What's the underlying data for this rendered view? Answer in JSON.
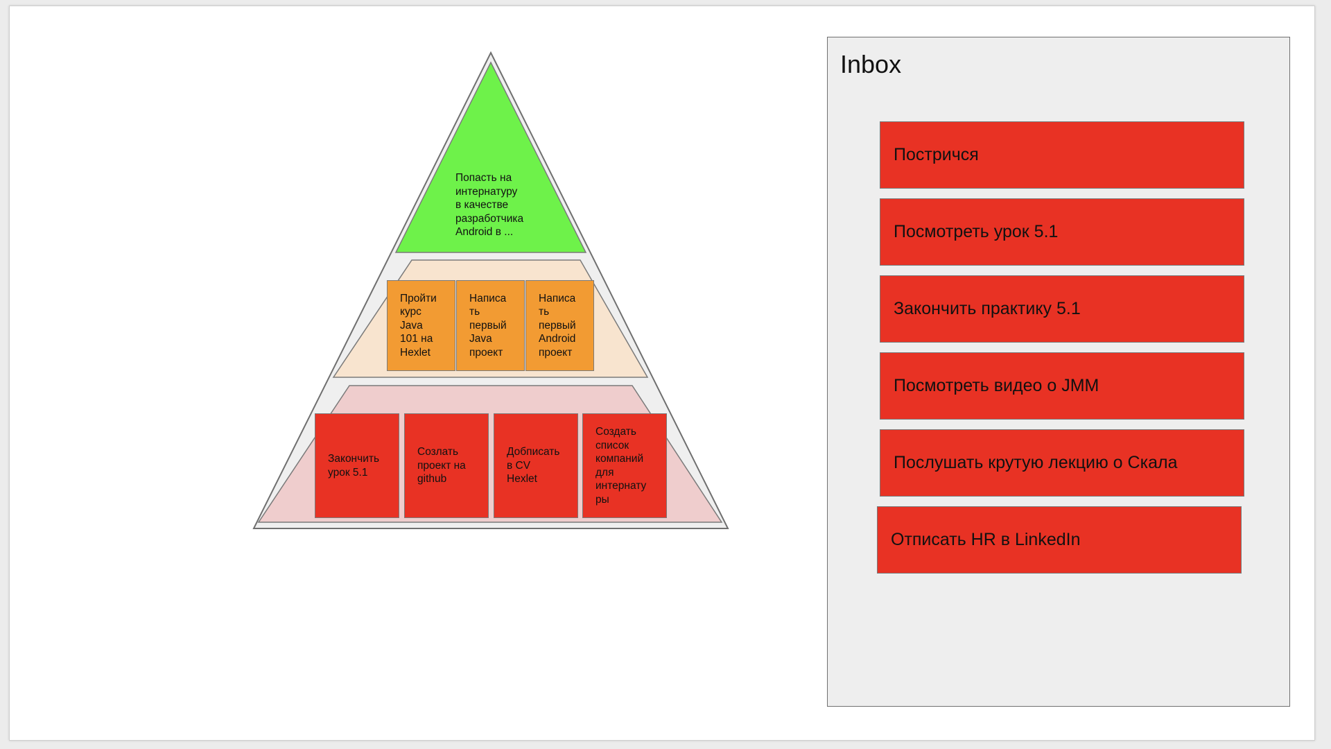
{
  "pyramid": {
    "top": {
      "text": "Попасть на\nинтернатуру\nв качестве\nразработчика\nAndroid в ...",
      "color": "#6ef24a"
    },
    "middle": [
      {
        "text": "Пройти\nкурс\nJava\n101 на\nHexlet"
      },
      {
        "text": "Написа\nть\nпервый\nJava\nпроект"
      },
      {
        "text": "Написа\nть\nпервый\nAndroid\nпроект"
      }
    ],
    "bottom": [
      {
        "text": "Закончить\nурок 5.1"
      },
      {
        "text": "Созлать\nпроект на\ngithub"
      },
      {
        "text": "Добписать\nв CV\nHexlet"
      },
      {
        "text": "Создать\nсписок\nкомпаний\nдля\nинтернату\nры"
      }
    ],
    "colors": {
      "middle_band": "#f8e4cf",
      "bottom_band": "#efcdcd",
      "box_orange": "#f29b33",
      "box_red": "#e83224"
    }
  },
  "inbox": {
    "title": "Inbox",
    "items": [
      "Постричся",
      "Посмотреть урок 5.1",
      "Закончить практику 5.1",
      "Посмотреть видео о JMM",
      "Послушать крутую лекцию о Скала",
      "Отписать HR в LinkedIn"
    ],
    "item_color": "#e83224"
  }
}
